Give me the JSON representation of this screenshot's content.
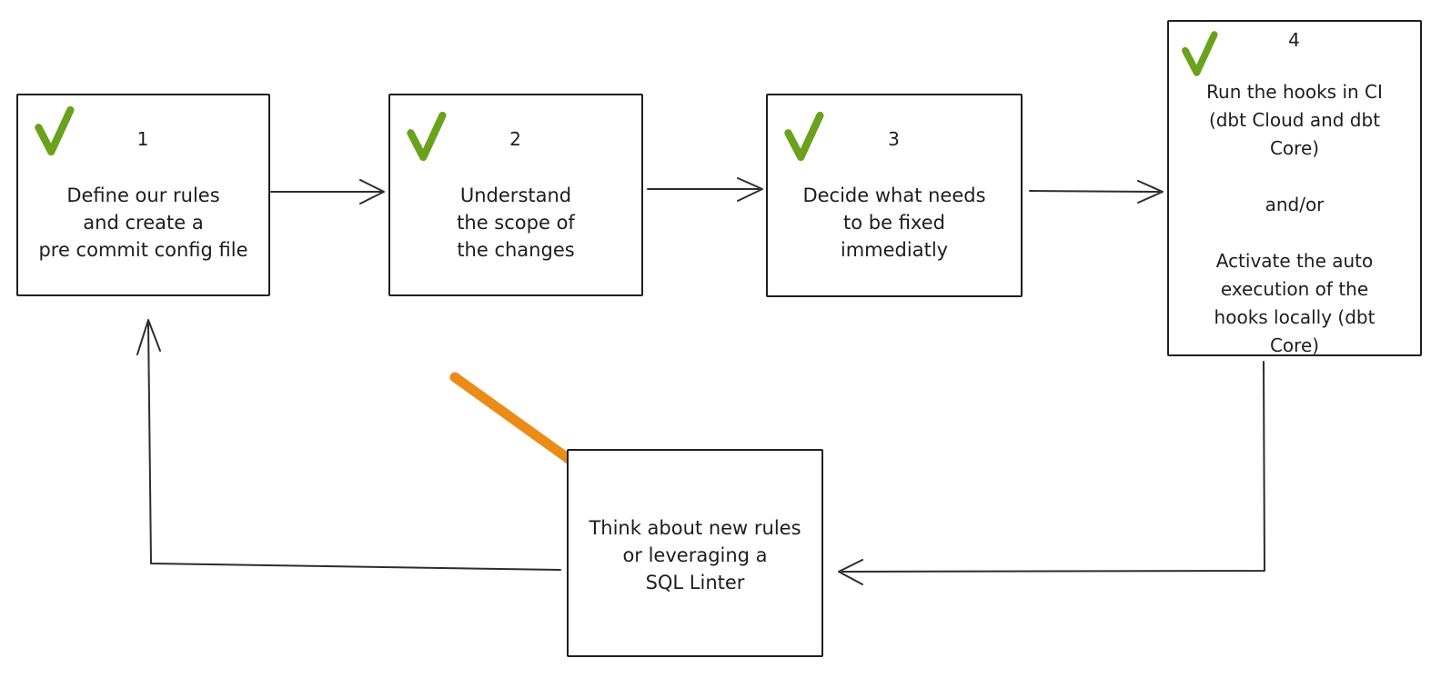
{
  "diagram": {
    "colors": {
      "check": "#6AA21D",
      "highlight_arrow": "#EC8B17"
    },
    "steps": [
      {
        "number": "1",
        "text": "Define our rules\nand create a\npre commit config file"
      },
      {
        "number": "2",
        "text": "Understand\nthe scope of\nthe changes"
      },
      {
        "number": "3",
        "text": "Decide what needs\nto be fixed\nimmediatly"
      },
      {
        "number": "4",
        "text": "Run the hooks in CI\n(dbt Cloud and dbt\nCore)\n\nand/or\n\nActivate the auto\nexecution of the\nhooks locally (dbt\nCore)"
      }
    ],
    "loop_box": {
      "text": "Think about new rules\nor leveraging a\nSQL Linter"
    }
  }
}
